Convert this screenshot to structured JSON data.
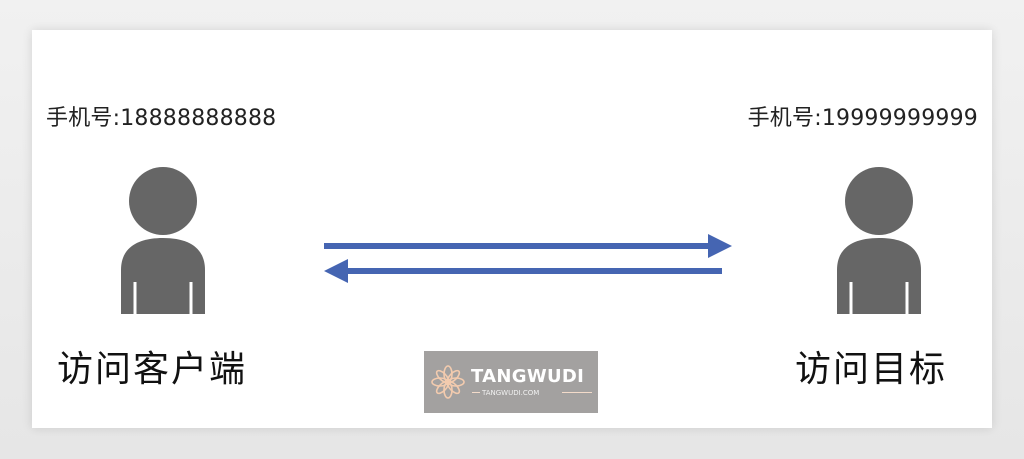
{
  "left_party": {
    "phone": "手机号:18888888888",
    "label": "访问客户端"
  },
  "right_party": {
    "phone": "手机号:19999999999",
    "label": "访问目标"
  },
  "watermark": {
    "title": "TANGWUDI",
    "subtitle": "TANGWUDI.COM"
  },
  "colors": {
    "person": "#666666",
    "arrow": "#4565b2",
    "watermark_bg": "#9c9a98",
    "watermark_logo": "#f2c7a8"
  },
  "icons": {
    "person": "person-icon",
    "arrow_right": "arrow-right-icon",
    "arrow_left": "arrow-left-icon",
    "logo": "flower-logo-icon"
  }
}
